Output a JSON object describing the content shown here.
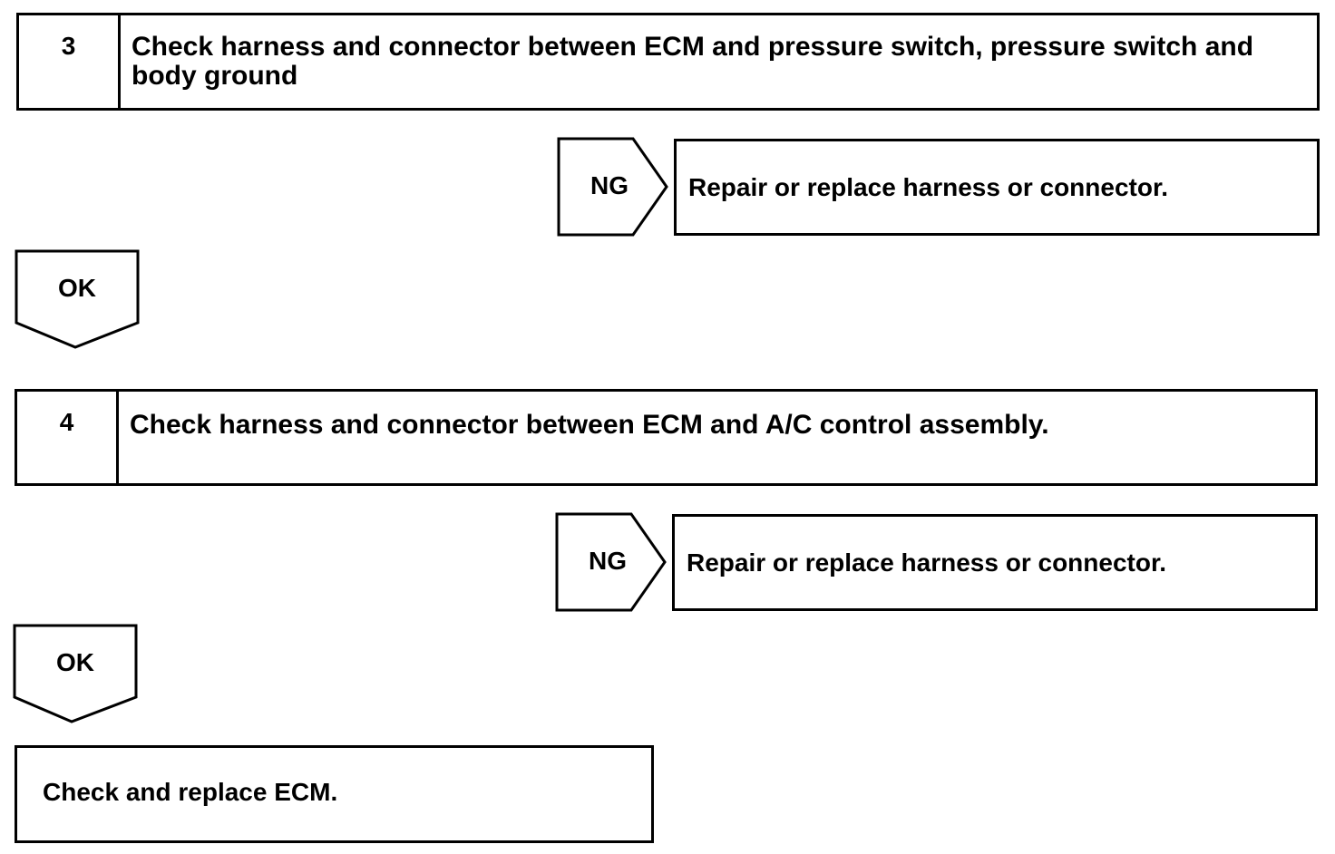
{
  "steps": [
    {
      "number": "3",
      "title": "Check harness and connector between ECM and pressure switch, pressure switch and body ground",
      "ng_label": "NG",
      "ng_action": "Repair or replace harness or connector.",
      "ok_label": "OK"
    },
    {
      "number": "4",
      "title": "Check harness and connector between ECM and A/C control assembly.",
      "ng_label": "NG",
      "ng_action": "Repair or replace harness or connector.",
      "ok_label": "OK"
    }
  ],
  "final_action": "Check and replace ECM."
}
